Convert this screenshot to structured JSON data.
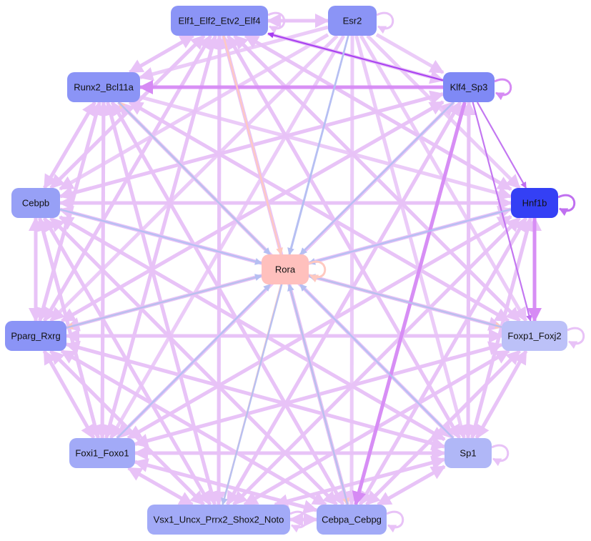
{
  "colors": {
    "background": "#ffffff",
    "edge_default": "#e8c2f7",
    "edge_strong": "#c070f0",
    "edge_strongest": "#a63cf0",
    "edge_blue": "#b5bff2",
    "edge_salmon": "#ffc9c0",
    "label": "#111111"
  },
  "nodes": [
    {
      "id": "elf1",
      "label": "Elf1_Elf2_Etv2_Elf4",
      "fill": "#8b94f6"
    },
    {
      "id": "esr2",
      "label": "Esr2",
      "fill": "#8b94f6"
    },
    {
      "id": "runx2",
      "label": "Runx2_Bcl11a",
      "fill": "#8b94f6"
    },
    {
      "id": "klf4",
      "label": "Klf4_Sp3",
      "fill": "#7f89f5"
    },
    {
      "id": "cebpb",
      "label": "Cebpb",
      "fill": "#97a0f6"
    },
    {
      "id": "hnf1b",
      "label": "Hnf1b",
      "fill": "#3440f5"
    },
    {
      "id": "rora",
      "label": "Rora",
      "fill": "#ffc0bd"
    },
    {
      "id": "pparg",
      "label": "Pparg_Rxrg",
      "fill": "#8b94f6"
    },
    {
      "id": "foxp1",
      "label": "Foxp1_Foxj2",
      "fill": "#bcc1f8"
    },
    {
      "id": "foxi1",
      "label": "Foxi1_Foxo1",
      "fill": "#a2aaf7"
    },
    {
      "id": "sp1",
      "label": "Sp1",
      "fill": "#b0b7f7"
    },
    {
      "id": "vsx1",
      "label": "Vsx1_Uncx_Prrx2_Shox2_Noto",
      "fill": "#a2aaf7"
    },
    {
      "id": "cebpa",
      "label": "Cebpa_Cebpg",
      "fill": "#a2aaf7"
    }
  ],
  "self_loops": [
    {
      "node": "elf1",
      "color": "#e8c2f7"
    },
    {
      "node": "esr2",
      "color": "#e8c2f7"
    },
    {
      "node": "klf4",
      "color": "#d68af4"
    },
    {
      "node": "hnf1b",
      "color": "#c070f0"
    },
    {
      "node": "rora",
      "color": "#ffc9c0"
    },
    {
      "node": "foxp1",
      "color": "#e8c2f7"
    },
    {
      "node": "sp1",
      "color": "#e8c2f7"
    },
    {
      "node": "cebpa",
      "color": "#e8c2f7"
    },
    {
      "node": "vsx1",
      "color": "#e8c2f7"
    }
  ],
  "edges": [
    {
      "from": "klf4",
      "to": "elf1",
      "color": "#a63cf0"
    },
    {
      "from": "klf4",
      "to": "hnf1b",
      "color": "#c070f0"
    },
    {
      "from": "klf4",
      "to": "foxp1",
      "color": "#c070f0"
    },
    {
      "from": "klf4",
      "to": "runx2",
      "color": "#d68af4"
    },
    {
      "from": "klf4",
      "to": "cebpa",
      "color": "#d68af4"
    },
    {
      "from": "hnf1b",
      "to": "foxp1",
      "color": "#d68af4"
    },
    {
      "from": "elf1",
      "to": "rora",
      "color": "#ffc9c0"
    },
    {
      "from": "rora",
      "to": "runx2",
      "color": "#ffc9c0"
    },
    {
      "from": "rora",
      "to": "pparg",
      "color": "#ffc9c0"
    },
    {
      "from": "rora",
      "to": "vsx1",
      "color": "#ffc9c0"
    },
    {
      "from": "rora",
      "to": "cebpa",
      "color": "#ffc9c0"
    },
    {
      "from": "rora",
      "to": "foxp1",
      "color": "#ffc9c0"
    },
    {
      "from": "esr2",
      "to": "rora",
      "color": "#b5bff2"
    },
    {
      "from": "klf4",
      "to": "rora",
      "color": "#b5bff2"
    },
    {
      "from": "hnf1b",
      "to": "rora",
      "color": "#b5bff2"
    },
    {
      "from": "cebpb",
      "to": "rora",
      "color": "#b5bff2"
    },
    {
      "from": "runx2",
      "to": "rora",
      "color": "#b5bff2"
    },
    {
      "from": "foxp1",
      "to": "rora",
      "color": "#b5bff2"
    },
    {
      "from": "foxi1",
      "to": "rora",
      "color": "#b5bff2"
    },
    {
      "from": "sp1",
      "to": "rora",
      "color": "#b5bff2"
    },
    {
      "from": "cebpa",
      "to": "rora",
      "color": "#b5bff2"
    },
    {
      "from": "pparg",
      "to": "rora",
      "color": "#b5bff2"
    },
    {
      "from": "esr2",
      "to": "vsx1",
      "color": "#b5bff2"
    },
    {
      "from": "esr2",
      "to": "elf1",
      "color": "#e8c2f7"
    },
    {
      "from": "esr2",
      "to": "runx2",
      "color": "#e8c2f7"
    },
    {
      "from": "esr2",
      "to": "cebpb",
      "color": "#e8c2f7"
    },
    {
      "from": "esr2",
      "to": "pparg",
      "color": "#e8c2f7"
    },
    {
      "from": "esr2",
      "to": "foxi1",
      "color": "#e8c2f7"
    },
    {
      "from": "esr2",
      "to": "cebpa",
      "color": "#e8c2f7"
    },
    {
      "from": "esr2",
      "to": "sp1",
      "color": "#e8c2f7"
    },
    {
      "from": "esr2",
      "to": "foxp1",
      "color": "#e8c2f7"
    },
    {
      "from": "esr2",
      "to": "hnf1b",
      "color": "#e8c2f7"
    },
    {
      "from": "esr2",
      "to": "klf4",
      "color": "#e8c2f7"
    },
    {
      "from": "elf1",
      "to": "esr2",
      "color": "#e8c2f7"
    },
    {
      "from": "elf1",
      "to": "runx2",
      "color": "#e8c2f7"
    },
    {
      "from": "elf1",
      "to": "cebpb",
      "color": "#e8c2f7"
    },
    {
      "from": "elf1",
      "to": "pparg",
      "color": "#e8c2f7"
    },
    {
      "from": "elf1",
      "to": "foxi1",
      "color": "#e8c2f7"
    },
    {
      "from": "elf1",
      "to": "vsx1",
      "color": "#e8c2f7"
    },
    {
      "from": "elf1",
      "to": "cebpa",
      "color": "#e8c2f7"
    },
    {
      "from": "elf1",
      "to": "sp1",
      "color": "#e8c2f7"
    },
    {
      "from": "elf1",
      "to": "foxp1",
      "color": "#e8c2f7"
    },
    {
      "from": "elf1",
      "to": "hnf1b",
      "color": "#e8c2f7"
    },
    {
      "from": "elf1",
      "to": "klf4",
      "color": "#e8c2f7"
    },
    {
      "from": "runx2",
      "to": "elf1",
      "color": "#e8c2f7"
    },
    {
      "from": "runx2",
      "to": "cebpb",
      "color": "#e8c2f7"
    },
    {
      "from": "runx2",
      "to": "pparg",
      "color": "#e8c2f7"
    },
    {
      "from": "runx2",
      "to": "foxi1",
      "color": "#e8c2f7"
    },
    {
      "from": "runx2",
      "to": "vsx1",
      "color": "#e8c2f7"
    },
    {
      "from": "runx2",
      "to": "cebpa",
      "color": "#e8c2f7"
    },
    {
      "from": "runx2",
      "to": "sp1",
      "color": "#e8c2f7"
    },
    {
      "from": "runx2",
      "to": "foxp1",
      "color": "#e8c2f7"
    },
    {
      "from": "runx2",
      "to": "hnf1b",
      "color": "#e8c2f7"
    },
    {
      "from": "klf4",
      "to": "cebpb",
      "color": "#e8c2f7"
    },
    {
      "from": "klf4",
      "to": "pparg",
      "color": "#e8c2f7"
    },
    {
      "from": "klf4",
      "to": "foxi1",
      "color": "#e8c2f7"
    },
    {
      "from": "klf4",
      "to": "vsx1",
      "color": "#e8c2f7"
    },
    {
      "from": "klf4",
      "to": "sp1",
      "color": "#e8c2f7"
    },
    {
      "from": "cebpb",
      "to": "elf1",
      "color": "#e8c2f7"
    },
    {
      "from": "cebpb",
      "to": "runx2",
      "color": "#e8c2f7"
    },
    {
      "from": "cebpb",
      "to": "pparg",
      "color": "#e8c2f7"
    },
    {
      "from": "cebpb",
      "to": "foxi1",
      "color": "#e8c2f7"
    },
    {
      "from": "cebpb",
      "to": "vsx1",
      "color": "#e8c2f7"
    },
    {
      "from": "cebpb",
      "to": "cebpa",
      "color": "#e8c2f7"
    },
    {
      "from": "cebpb",
      "to": "sp1",
      "color": "#e8c2f7"
    },
    {
      "from": "cebpb",
      "to": "foxp1",
      "color": "#e8c2f7"
    },
    {
      "from": "cebpb",
      "to": "hnf1b",
      "color": "#e8c2f7"
    },
    {
      "from": "cebpb",
      "to": "klf4",
      "color": "#e8c2f7"
    },
    {
      "from": "hnf1b",
      "to": "elf1",
      "color": "#e8c2f7"
    },
    {
      "from": "hnf1b",
      "to": "cebpb",
      "color": "#e8c2f7"
    },
    {
      "from": "hnf1b",
      "to": "pparg",
      "color": "#e8c2f7"
    },
    {
      "from": "hnf1b",
      "to": "foxi1",
      "color": "#e8c2f7"
    },
    {
      "from": "hnf1b",
      "to": "vsx1",
      "color": "#e8c2f7"
    },
    {
      "from": "hnf1b",
      "to": "cebpa",
      "color": "#e8c2f7"
    },
    {
      "from": "hnf1b",
      "to": "sp1",
      "color": "#e8c2f7"
    },
    {
      "from": "pparg",
      "to": "elf1",
      "color": "#e8c2f7"
    },
    {
      "from": "pparg",
      "to": "runx2",
      "color": "#e8c2f7"
    },
    {
      "from": "pparg",
      "to": "cebpb",
      "color": "#e8c2f7"
    },
    {
      "from": "pparg",
      "to": "foxi1",
      "color": "#e8c2f7"
    },
    {
      "from": "pparg",
      "to": "vsx1",
      "color": "#e8c2f7"
    },
    {
      "from": "pparg",
      "to": "cebpa",
      "color": "#e8c2f7"
    },
    {
      "from": "pparg",
      "to": "sp1",
      "color": "#e8c2f7"
    },
    {
      "from": "pparg",
      "to": "foxp1",
      "color": "#e8c2f7"
    },
    {
      "from": "pparg",
      "to": "hnf1b",
      "color": "#e8c2f7"
    },
    {
      "from": "pparg",
      "to": "klf4",
      "color": "#e8c2f7"
    },
    {
      "from": "foxp1",
      "to": "elf1",
      "color": "#e8c2f7"
    },
    {
      "from": "foxp1",
      "to": "runx2",
      "color": "#e8c2f7"
    },
    {
      "from": "foxp1",
      "to": "cebpb",
      "color": "#e8c2f7"
    },
    {
      "from": "foxp1",
      "to": "pparg",
      "color": "#e8c2f7"
    },
    {
      "from": "foxp1",
      "to": "foxi1",
      "color": "#e8c2f7"
    },
    {
      "from": "foxp1",
      "to": "vsx1",
      "color": "#e8c2f7"
    },
    {
      "from": "foxp1",
      "to": "cebpa",
      "color": "#e8c2f7"
    },
    {
      "from": "foxp1",
      "to": "sp1",
      "color": "#e8c2f7"
    },
    {
      "from": "foxp1",
      "to": "hnf1b",
      "color": "#e8c2f7"
    },
    {
      "from": "foxi1",
      "to": "elf1",
      "color": "#e8c2f7"
    },
    {
      "from": "foxi1",
      "to": "runx2",
      "color": "#e8c2f7"
    },
    {
      "from": "foxi1",
      "to": "cebpb",
      "color": "#e8c2f7"
    },
    {
      "from": "foxi1",
      "to": "pparg",
      "color": "#e8c2f7"
    },
    {
      "from": "foxi1",
      "to": "vsx1",
      "color": "#e8c2f7"
    },
    {
      "from": "foxi1",
      "to": "cebpa",
      "color": "#e8c2f7"
    },
    {
      "from": "foxi1",
      "to": "sp1",
      "color": "#e8c2f7"
    },
    {
      "from": "foxi1",
      "to": "foxp1",
      "color": "#e8c2f7"
    },
    {
      "from": "foxi1",
      "to": "hnf1b",
      "color": "#e8c2f7"
    },
    {
      "from": "foxi1",
      "to": "klf4",
      "color": "#e8c2f7"
    },
    {
      "from": "sp1",
      "to": "elf1",
      "color": "#e8c2f7"
    },
    {
      "from": "sp1",
      "to": "runx2",
      "color": "#e8c2f7"
    },
    {
      "from": "sp1",
      "to": "cebpb",
      "color": "#e8c2f7"
    },
    {
      "from": "sp1",
      "to": "pparg",
      "color": "#e8c2f7"
    },
    {
      "from": "sp1",
      "to": "foxi1",
      "color": "#e8c2f7"
    },
    {
      "from": "sp1",
      "to": "vsx1",
      "color": "#e8c2f7"
    },
    {
      "from": "sp1",
      "to": "cebpa",
      "color": "#e8c2f7"
    },
    {
      "from": "sp1",
      "to": "foxp1",
      "color": "#e8c2f7"
    },
    {
      "from": "sp1",
      "to": "hnf1b",
      "color": "#e8c2f7"
    },
    {
      "from": "sp1",
      "to": "klf4",
      "color": "#e8c2f7"
    },
    {
      "from": "vsx1",
      "to": "elf1",
      "color": "#e8c2f7"
    },
    {
      "from": "vsx1",
      "to": "runx2",
      "color": "#e8c2f7"
    },
    {
      "from": "vsx1",
      "to": "cebpb",
      "color": "#e8c2f7"
    },
    {
      "from": "vsx1",
      "to": "pparg",
      "color": "#e8c2f7"
    },
    {
      "from": "vsx1",
      "to": "foxi1",
      "color": "#e8c2f7"
    },
    {
      "from": "vsx1",
      "to": "cebpa",
      "color": "#e8c2f7"
    },
    {
      "from": "vsx1",
      "to": "sp1",
      "color": "#e8c2f7"
    },
    {
      "from": "vsx1",
      "to": "foxp1",
      "color": "#e8c2f7"
    },
    {
      "from": "vsx1",
      "to": "hnf1b",
      "color": "#e8c2f7"
    },
    {
      "from": "vsx1",
      "to": "klf4",
      "color": "#e8c2f7"
    },
    {
      "from": "cebpa",
      "to": "elf1",
      "color": "#e8c2f7"
    },
    {
      "from": "cebpa",
      "to": "runx2",
      "color": "#e8c2f7"
    },
    {
      "from": "cebpa",
      "to": "cebpb",
      "color": "#e8c2f7"
    },
    {
      "from": "cebpa",
      "to": "pparg",
      "color": "#e8c2f7"
    },
    {
      "from": "cebpa",
      "to": "foxi1",
      "color": "#e8c2f7"
    },
    {
      "from": "cebpa",
      "to": "vsx1",
      "color": "#e8c2f7"
    },
    {
      "from": "cebpa",
      "to": "sp1",
      "color": "#e8c2f7"
    },
    {
      "from": "cebpa",
      "to": "foxp1",
      "color": "#e8c2f7"
    },
    {
      "from": "cebpa",
      "to": "hnf1b",
      "color": "#e8c2f7"
    },
    {
      "from": "cebpa",
      "to": "klf4",
      "color": "#e8c2f7"
    }
  ]
}
